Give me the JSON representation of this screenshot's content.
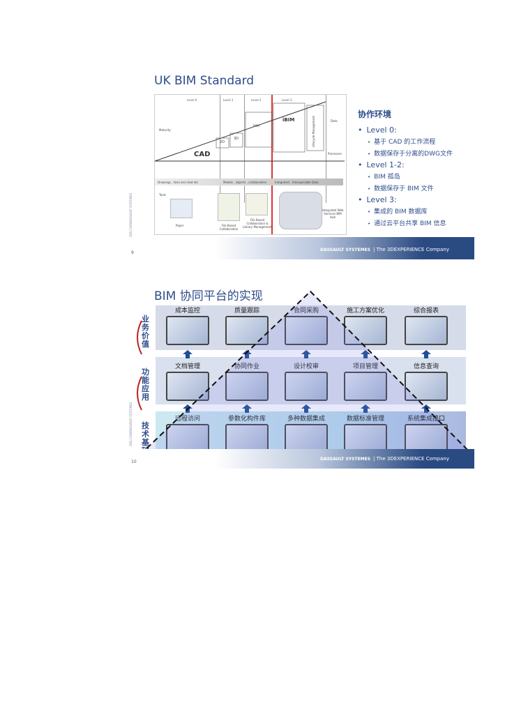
{
  "slide1": {
    "title": "UK BIM Standard",
    "page_number": "9",
    "diagram": {
      "levels": [
        "Level 0",
        "Level 1",
        "Level 2",
        "Level 3"
      ],
      "maturity_label": "Maturity",
      "data_label": "Data",
      "processes_label": "Processes",
      "lifecycle_label": "Lifecycle Management",
      "cad": "CAD",
      "ibim": "iBIM",
      "bims": "BIMs",
      "label_2d": "2D",
      "label_3d": "3D",
      "arrow_labels": [
        "Drawings , lines arcs text etc",
        "Models , objects , collaboration",
        "Integrated , Interoperable Data"
      ],
      "tools_label": "Tools",
      "paper_label": "Paper",
      "file_based_label": "File Based Collaboration",
      "library_label": "File Based Collaboration & Library Management",
      "hub_label": "Integrated Web Services BIM Hub"
    },
    "right": {
      "heading": "协作环境",
      "items": [
        {
          "level": "Level 0:",
          "subs": [
            "基于 CAD 的工作流程",
            "数据保存于分离的DWG文件"
          ]
        },
        {
          "level": "Level 1-2:",
          "subs": [
            "BIM 孤岛",
            "数据保存于 BIM 文件"
          ]
        },
        {
          "level": "Level 3:",
          "subs": [
            "集成的 BIM 数据库",
            "通过云平台共享 BIM 信息"
          ]
        }
      ]
    }
  },
  "slide2": {
    "title": "BIM 协同平台的实现",
    "page_number": "10",
    "categories": [
      "业务价值",
      "功能应用",
      "技术基础"
    ],
    "row1": [
      "成本监控",
      "质量跟踪",
      "合同采购",
      "施工方案优化",
      "综合报表"
    ],
    "row2": [
      "文档管理",
      "协同作业",
      "设计校审",
      "项目管理",
      "信息查询"
    ],
    "row3": [
      "远程访问",
      "参数化构件库",
      "多种数据集成",
      "数据标准管理",
      "系统集成接口"
    ]
  },
  "footer": {
    "brand": "DASSAULT SYSTEMES",
    "tagline": "| The 3DEXPERIENCE Company"
  }
}
